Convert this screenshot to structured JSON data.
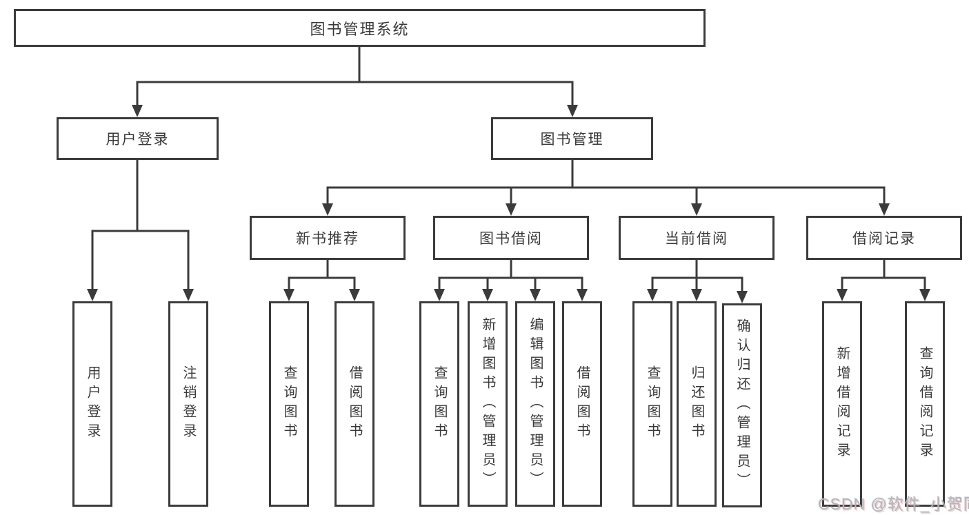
{
  "diagram": {
    "tree": {
      "root": {
        "label": "图书管理系统",
        "children": [
          {
            "label": "用户登录",
            "children": [
              {
                "label": "用户登录"
              },
              {
                "label": "注销登录"
              }
            ]
          },
          {
            "label": "图书管理",
            "children": [
              {
                "label": "新书推荐",
                "children": [
                  {
                    "label": "查询图书"
                  },
                  {
                    "label": "借阅图书"
                  }
                ]
              },
              {
                "label": "图书借阅",
                "children": [
                  {
                    "label": "查询图书"
                  },
                  {
                    "label": "新增图书（管理员）"
                  },
                  {
                    "label": "编辑图书（管理员）"
                  },
                  {
                    "label": "借阅图书"
                  }
                ]
              },
              {
                "label": "当前借阅",
                "children": [
                  {
                    "label": "查询图书"
                  },
                  {
                    "label": "归还图书"
                  },
                  {
                    "label": "确认归还（管理员）"
                  }
                ]
              },
              {
                "label": "借阅记录",
                "children": [
                  {
                    "label": "新增借阅记录"
                  },
                  {
                    "label": "查询借阅记录"
                  }
                ]
              }
            ]
          }
        ]
      }
    },
    "colors": {
      "line": "#3b3b3b",
      "text": "#3a3a3a",
      "background": "#ffffff",
      "watermark": "#b5b5b5"
    },
    "watermark": "CSDN @软件_小贺同学"
  }
}
